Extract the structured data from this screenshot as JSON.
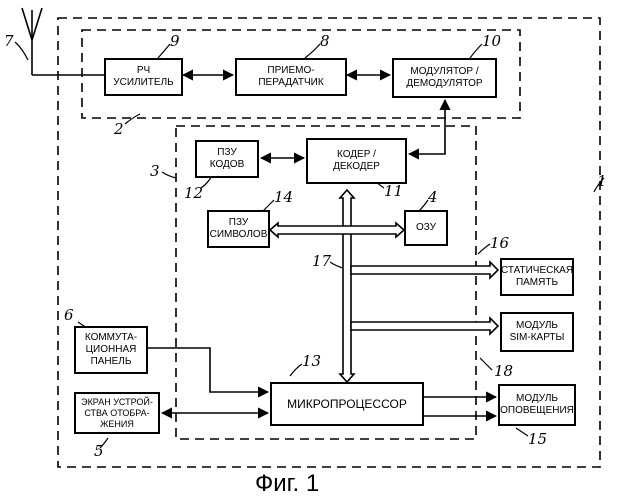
{
  "blocks": {
    "rf_amp": "РЧ\nУСИЛИТЕЛЬ",
    "transceiver": "ПРИЕМО-\nПЕРАДАТЧИК",
    "modem": "МОДУЛЯТОР /\nДЕМОДУЛЯТОР",
    "code_rom": "ПЗУ\nКОДОВ",
    "codec": "КОДЕР /\nДЕКОДЕР",
    "symbol_rom": "ПЗУ\nСИМВОЛОВ",
    "ram": "ОЗУ",
    "static_memory": "СТАТИЧЕСКАЯ\nПАМЯТЬ",
    "sim_module": "МОДУЛЬ\nSIM-КАРТЫ",
    "switch_panel": "КОММУТА-\nЦИОННАЯ\nПАНЕЛЬ",
    "microprocessor": "МИКРОПРОЦЕССОР",
    "display": "ЭКРАН УСТРОЙ-\nСТВА ОТОБРА-\nЖЕНИЯ",
    "alert_module": "МОДУЛЬ\nОПОВЕЩЕНИЯ"
  },
  "refs": {
    "r1": "1",
    "r2": "2",
    "r3": "3",
    "r4": "4",
    "r5": "5",
    "r6": "6",
    "r7": "7",
    "r8": "8",
    "r9": "9",
    "r10": "10",
    "r11": "11",
    "r12": "12",
    "r13": "13",
    "r14": "14",
    "r15": "15",
    "r16": "16",
    "r17": "17",
    "r18": "18"
  },
  "caption": "Фиг. 1",
  "colors": {
    "line": "#000000",
    "background": "#ffffff"
  }
}
